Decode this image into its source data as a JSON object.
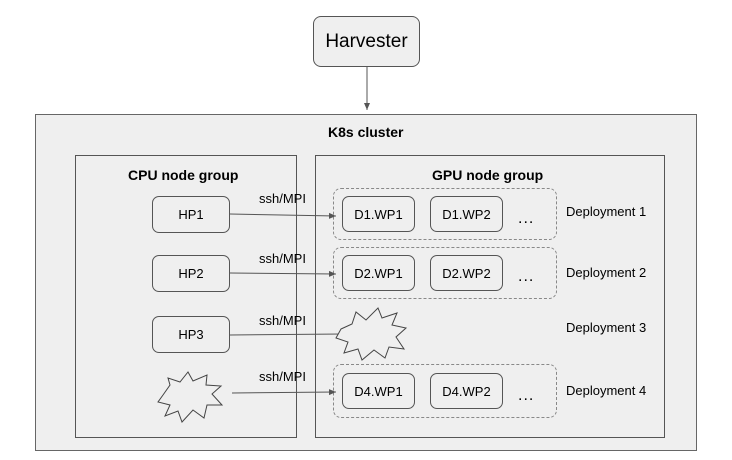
{
  "harvester": {
    "label": "Harvester"
  },
  "cluster": {
    "title": "K8s cluster"
  },
  "cpu_group": {
    "title": "CPU node group",
    "nodes": [
      "HP1",
      "HP2",
      "HP3"
    ]
  },
  "gpu_group": {
    "title": "GPU node group"
  },
  "links": [
    "ssh/MPI",
    "ssh/MPI",
    "ssh/MPI",
    "ssh/MPI"
  ],
  "deployments": [
    {
      "label": "Deployment 1",
      "wp1": "D1.WP1",
      "wp2": "D1.WP2",
      "more": "..."
    },
    {
      "label": "Deployment 2",
      "wp1": "D2.WP1",
      "wp2": "D2.WP2",
      "more": "..."
    },
    {
      "label": "Deployment 3"
    },
    {
      "label": "Deployment 4",
      "wp1": "D4.WP1",
      "wp2": "D4.WP2",
      "more": "..."
    }
  ]
}
